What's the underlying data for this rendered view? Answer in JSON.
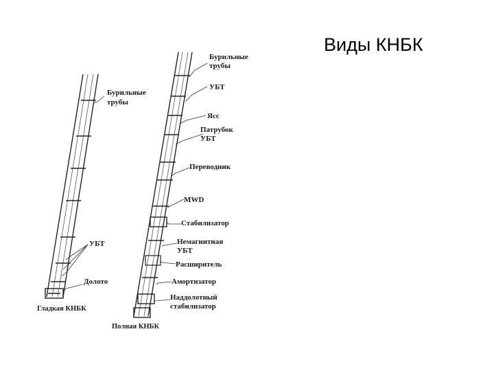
{
  "slide": {
    "title": "Виды КНБК"
  },
  "smooth_bha": {
    "caption": "Гладкая КНБК",
    "labels": {
      "drill_pipes_1": "Бурильные",
      "drill_pipes_2": "трубы",
      "collars": "УБТ",
      "bit": "Долото"
    }
  },
  "full_bha": {
    "caption": "Полная КНБК",
    "labels": {
      "drill_pipes_1": "Бурильные",
      "drill_pipes_2": "трубы",
      "collars": "УБТ",
      "jar": "Ясс",
      "sub_collar_1": "Патрубок",
      "sub_collar_2": "УБТ",
      "crossover": "Переводник",
      "mwd": "MWD",
      "stabilizer": "Стабилизатор",
      "nonmag_1": "Немагнитная",
      "nonmag_2": "УБТ",
      "reamer": "Расширитель",
      "shock_absorber": "Амортизатор",
      "near_bit_stab_1": "Наддолотный",
      "near_bit_stab_2": "стабилизатор"
    }
  }
}
